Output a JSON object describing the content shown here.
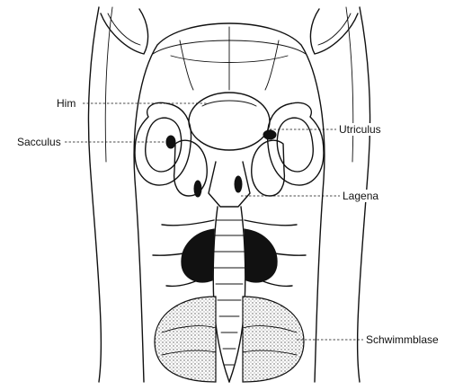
{
  "labels": {
    "him": "Him",
    "sacculus": "Sacculus",
    "utriculus": "Utriculus",
    "lagena": "Lagena",
    "schwimmblase": "Schwimmblase"
  },
  "colors": {
    "ink": "#111111",
    "background": "#ffffff",
    "stipple": "#555555"
  }
}
